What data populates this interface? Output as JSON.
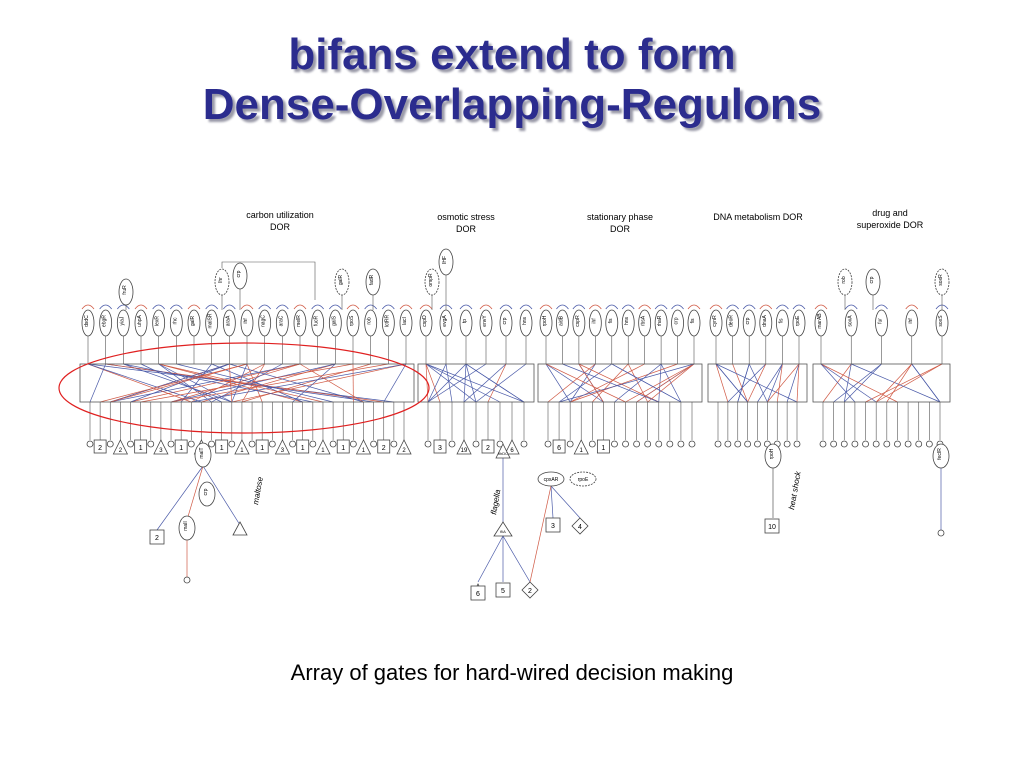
{
  "title": {
    "line1": "bifans extend to form",
    "line2": "Dense-Overlapping-Regulons"
  },
  "caption": "Array of gates for hard-wired decision making",
  "colors": {
    "title": "#2b2c8e",
    "edge_blue": "#4a5aa8",
    "edge_red": "#d05a45",
    "highlight_ellipse": "#e02020",
    "node_stroke": "#444444"
  },
  "regulons": [
    {
      "label_line1": "carbon utilization",
      "label_line2": "DOR"
    },
    {
      "label_line1": "osmotic stress",
      "label_line2": "DOR"
    },
    {
      "label_line1": "stationary phase",
      "label_line2": "DOR"
    },
    {
      "label_line1": "DNA metabolism DOR",
      "label_line2": ""
    },
    {
      "label_line1": "drug and",
      "label_line2": "superoxide DOR"
    }
  ],
  "regulators_row": [
    "dsdC",
    "ebgR",
    "yiaJ",
    "uhpA",
    "lexR",
    "rhc",
    "galR",
    "malSR",
    "araA",
    "ihf",
    "nagC",
    "araC",
    "melR",
    "fucR",
    "galS",
    "rpoS",
    "rob",
    "lctRR",
    "lacI",
    "cspD",
    "evgA",
    "tp",
    "envY",
    "crp",
    "hns",
    "rpoH",
    "aidB",
    "cspR",
    "ihf",
    "fis",
    "hns",
    "rbsA",
    "rhaR",
    "crp",
    "fis",
    "cynR",
    "deoR",
    "crp",
    "dnaA",
    "fis",
    "rpoE",
    "marAB",
    "soxA",
    "fur",
    "ihf",
    "soxS"
  ],
  "upper_regulators": [
    "fruR",
    "lhr",
    "crp",
    "galR",
    "fadR",
    "ompR",
    "IHF",
    "rob",
    "crp",
    "soxR"
  ],
  "gate_numbers": [
    "2",
    "2",
    "1",
    "3",
    "1",
    "1",
    "1",
    "1",
    "1",
    "3",
    "1",
    "1",
    "1",
    "1",
    "2",
    "2",
    "3",
    "19",
    "2",
    "6",
    "6",
    "1",
    "1"
  ],
  "subnetwork_nodes": [
    "malT",
    "crp",
    "malI",
    "flhDC",
    "fliA",
    "cpxAR",
    "rpoE",
    "rpoH",
    "fecIR"
  ],
  "subnetwork_boxes": [
    "2",
    "3",
    "6",
    "5",
    "2",
    "3",
    "4",
    "10"
  ],
  "annotations": [
    "maltose",
    "flagella",
    "heat shock"
  ]
}
